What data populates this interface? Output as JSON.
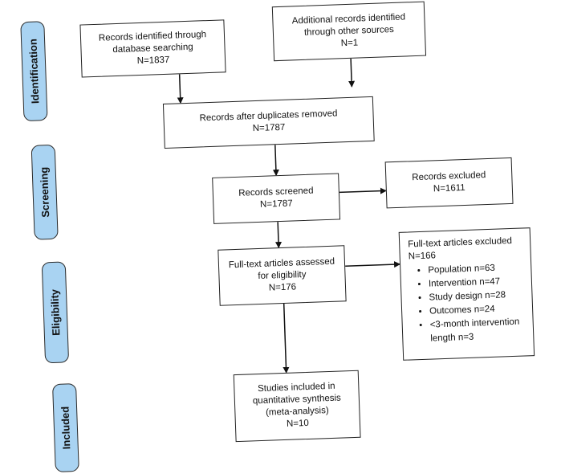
{
  "stages": {
    "identification": "Identification",
    "screening": "Screening",
    "eligibility": "Eligibility",
    "included": "Included"
  },
  "boxes": {
    "database": {
      "line1": "Records identified through",
      "line2": "database searching",
      "line3": "N=1837"
    },
    "other_sources": {
      "line1": "Additional records identified",
      "line2": "through other sources",
      "line3": "N=1"
    },
    "after_duplicates": {
      "line1": "Records after duplicates removed",
      "line2": "N=1787"
    },
    "screened": {
      "line1": "Records screened",
      "line2": "N=1787"
    },
    "excluded": {
      "line1": "Records excluded",
      "line2": "N=1611"
    },
    "fulltext_assessed": {
      "line1": "Full-text articles assessed",
      "line2": "for eligibility",
      "line3": "N=176"
    },
    "fulltext_excluded": {
      "title": "Full-text articles excluded",
      "count": "N=166",
      "reasons": [
        "Population n=63",
        "Intervention n=47",
        "Study design n=28",
        "Outcomes n=24",
        "<3-month intervention length n=3"
      ]
    },
    "included": {
      "line1": "Studies included in",
      "line2": "quantitative synthesis",
      "line3": "(meta-analysis)",
      "line4": "N=10"
    }
  }
}
